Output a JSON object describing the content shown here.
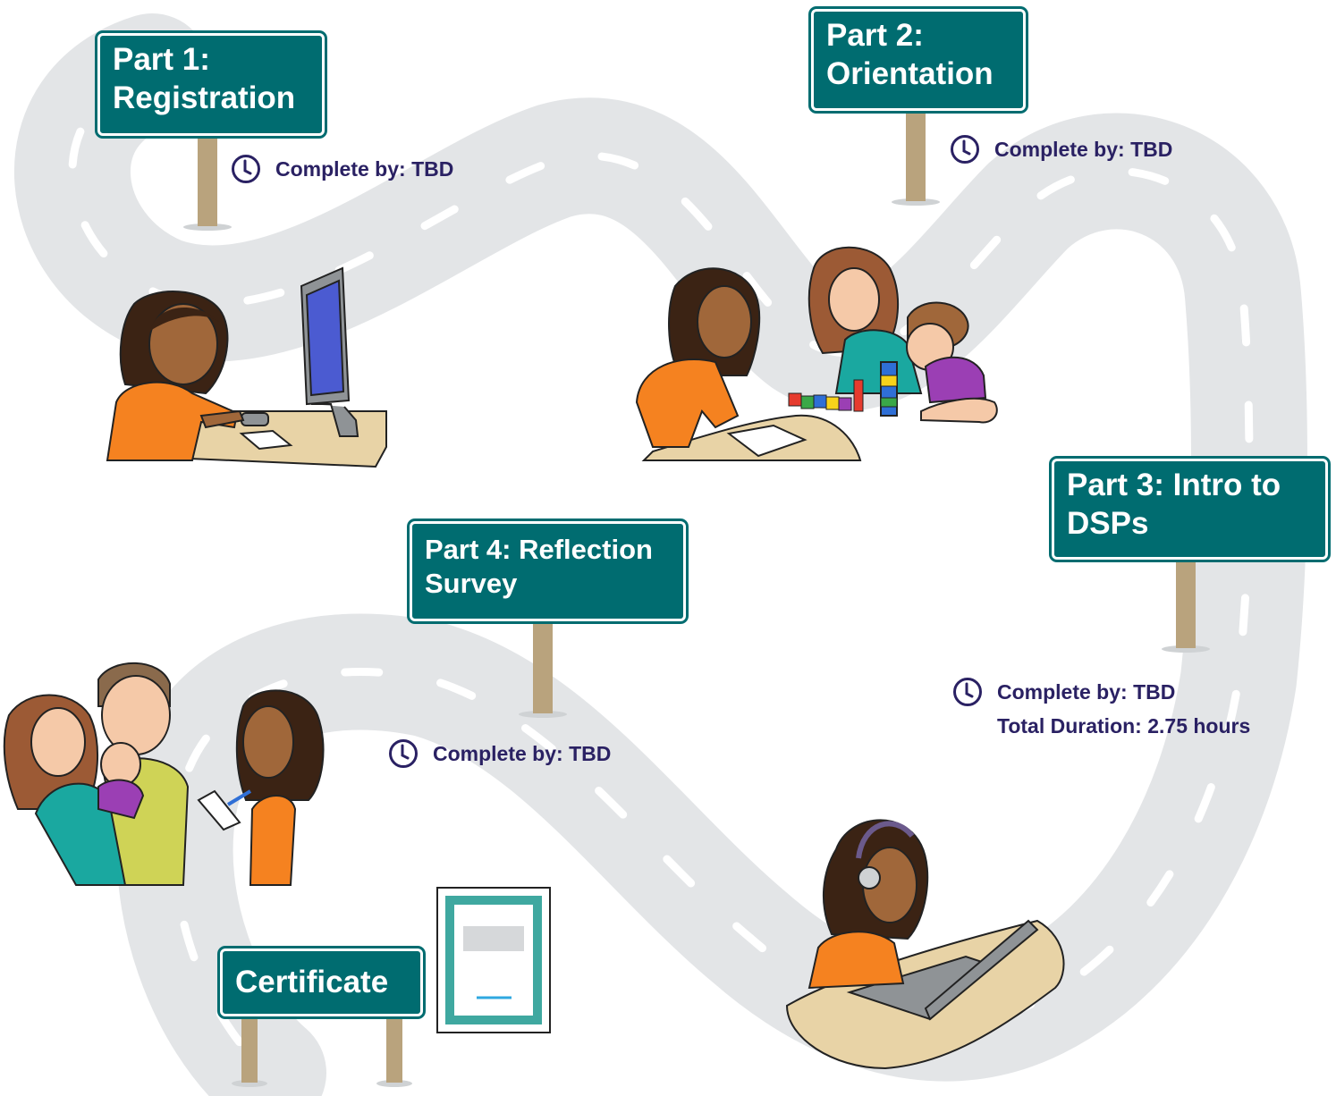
{
  "signs": {
    "part1": {
      "line1": "Part 1:",
      "line2": "Registration"
    },
    "part2": {
      "line1": "Part 2:",
      "line2": "Orientation"
    },
    "part3": {
      "line1": "Part 3: Intro to",
      "line2": "DSPs"
    },
    "part4": {
      "line1": "Part 4: Reflection",
      "line2": "Survey"
    },
    "certificate": {
      "line1": "Certificate"
    }
  },
  "notes": {
    "part1": {
      "complete_by": "Complete by: TBD"
    },
    "part2": {
      "complete_by": "Complete by: TBD"
    },
    "part3": {
      "complete_by": "Complete by: TBD",
      "duration": "Total Duration: 2.75 hours"
    },
    "part4": {
      "complete_by": "Complete by: TBD"
    }
  },
  "icons": {
    "clock": "clock-icon",
    "certificate": "certificate-document-icon"
  },
  "colors": {
    "sign": "#006c70",
    "road": "#e3e5e7",
    "post": "#b9a37d",
    "text": "#2a2163",
    "shirt": "#f58220"
  }
}
